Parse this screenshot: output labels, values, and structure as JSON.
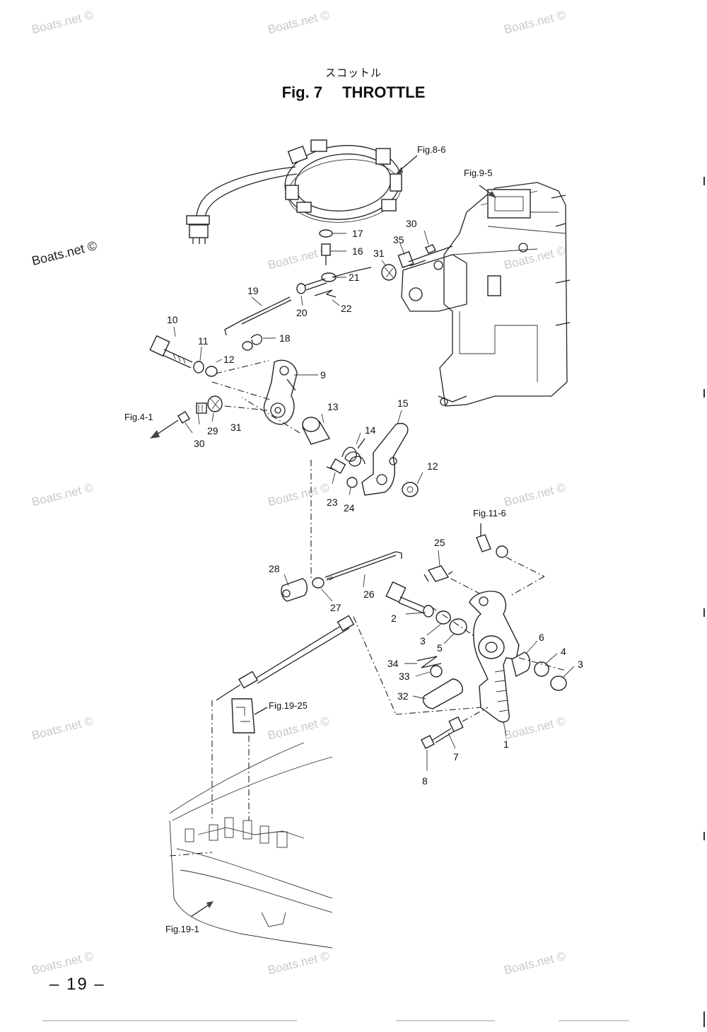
{
  "page": {
    "title_jp": "スコットル",
    "fig_label": "Fig. 7",
    "title": "THROTTLE",
    "page_number": "– 19 –"
  },
  "watermark": "Boats.net ©",
  "references": {
    "fig8_6": "Fig.8-6",
    "fig9_5": "Fig.9-5",
    "fig4_1": "Fig.4-1",
    "fig11_6": "Fig.11-6",
    "fig19_25": "Fig.19-25",
    "fig19_1": "Fig.19-1"
  },
  "parts": {
    "p1": "1",
    "p2": "2",
    "p3a": "3",
    "p3b": "3",
    "p4": "4",
    "p5": "5",
    "p6": "6",
    "p7": "7",
    "p8": "8",
    "p9": "9",
    "p10": "10",
    "p11": "11",
    "p12a": "12",
    "p12b": "12",
    "p13": "13",
    "p14": "14",
    "p15": "15",
    "p16": "16",
    "p17": "17",
    "p18": "18",
    "p19": "19",
    "p20": "20",
    "p21": "21",
    "p22": "22",
    "p23": "23",
    "p24": "24",
    "p25": "25",
    "p26": "26",
    "p27": "27",
    "p28": "28",
    "p29": "29",
    "p30a": "30",
    "p30b": "30",
    "p31a": "31",
    "p31b": "31",
    "p32": "32",
    "p33": "33",
    "p34": "34",
    "p35": "35"
  }
}
